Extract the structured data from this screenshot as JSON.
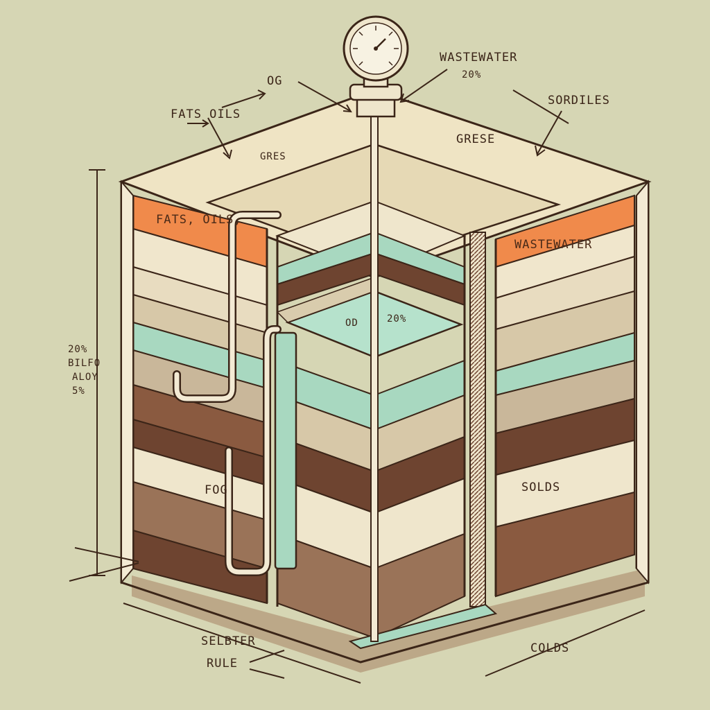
{
  "labels": {
    "og": "OG",
    "fats_oils_top": "FATS OILS",
    "wastewater_top": "WASTEWATER",
    "pct_top": "20%",
    "sordiles": "SORDILES",
    "gres": "GRES",
    "grese": "GRESE",
    "band_left": "FATS, OILS,",
    "band_right": "WASTEWATER",
    "pool_od": "OD",
    "pool_pct": "20%",
    "side_pct1": "20%",
    "side_bilfo": "BILFO",
    "side_aloy": "ALOY",
    "side_pct2": "5%",
    "fog": "FOG",
    "solds": "SOLDS",
    "selbter": "SELBTER",
    "rule": "RULE",
    "colds": "COLDS"
  },
  "colors": {
    "background": "#d6d6b4",
    "tank_frame": "#f3ead4",
    "outline": "#3b2518",
    "accent_orange": "#f08a4b",
    "water": "#a8d8c0",
    "cream": "#efe6cc",
    "brown_dark": "#6e4430",
    "brown_mid": "#9a7358",
    "tan": "#c9b79a"
  },
  "icons": {
    "gauge": "pressure-gauge-icon"
  }
}
